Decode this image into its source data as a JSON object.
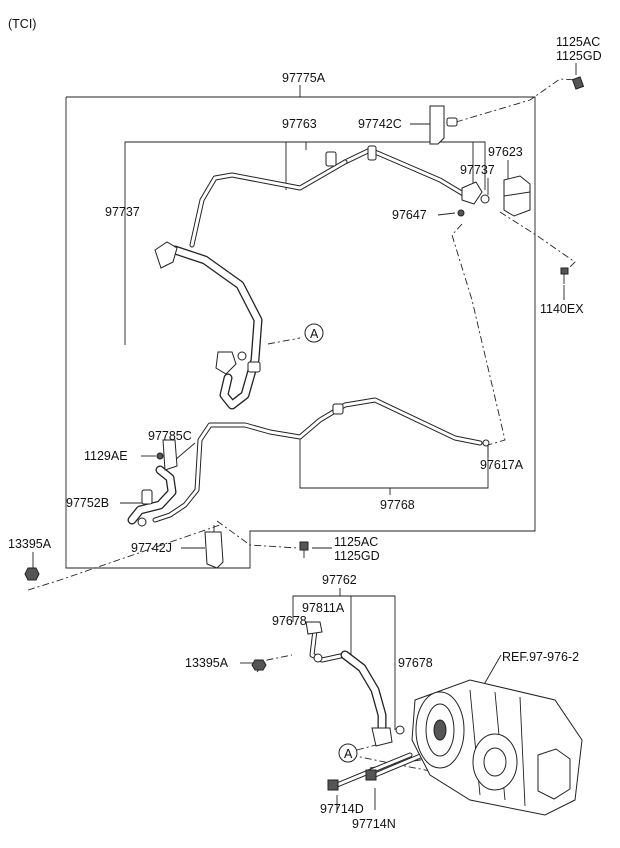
{
  "header": {
    "variant": "(TCI)"
  },
  "callouts": {
    "p97775A": "97775A",
    "p1125AC_top": "1125AC",
    "p1125GD_top": "1125GD",
    "p97742C": "97742C",
    "p97763": "97763",
    "p97623": "97623",
    "p97737_right": "97737",
    "p97737_left": "97737",
    "p97647": "97647",
    "p1140EX": "1140EX",
    "p97785C": "97785C",
    "p1129AE": "1129AE",
    "p97752B": "97752B",
    "p97617A": "97617A",
    "p97768": "97768",
    "p13395A_left": "13395A",
    "p97742J": "97742J",
    "p1125AC_mid": "1125AC",
    "p1125GD_mid": "1125GD",
    "p97762": "97762",
    "p97811A": "97811A",
    "p97678_left": "97678",
    "p13395A_mid": "13395A",
    "p97678_right": "97678",
    "ref": "REF.97-976-2",
    "p97714D": "97714D",
    "p97714N": "97714N"
  },
  "markers": {
    "a_upper": "A",
    "a_lower": "A"
  }
}
